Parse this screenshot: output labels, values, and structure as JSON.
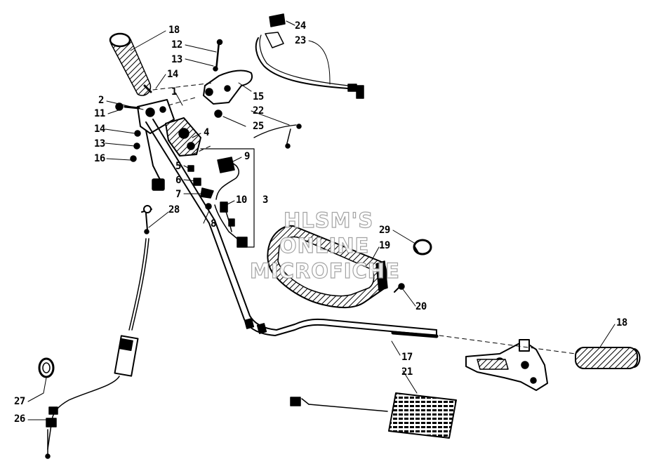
{
  "watermark": {
    "line1": "HLSM'S",
    "line2": "ONLINE",
    "line3": "MICROFICHE"
  },
  "callouts": {
    "c18a": "18",
    "c12": "12",
    "c13a": "13",
    "c14a": "14",
    "c1": "1",
    "c2": "2",
    "c11": "11",
    "c14b": "14",
    "c13b": "13",
    "c16": "16",
    "c4": "4",
    "c5": "5",
    "c6": "6",
    "c7": "7",
    "c8": "8",
    "c9": "9",
    "c10": "10",
    "c3": "3",
    "c24": "24",
    "c23": "23",
    "c15": "15",
    "c22": "22",
    "c25": "25",
    "c28": "28",
    "c29": "29",
    "c19": "19",
    "c20": "20",
    "c18b": "18",
    "c17": "17",
    "c21": "21",
    "c27": "27",
    "c26": "26"
  }
}
